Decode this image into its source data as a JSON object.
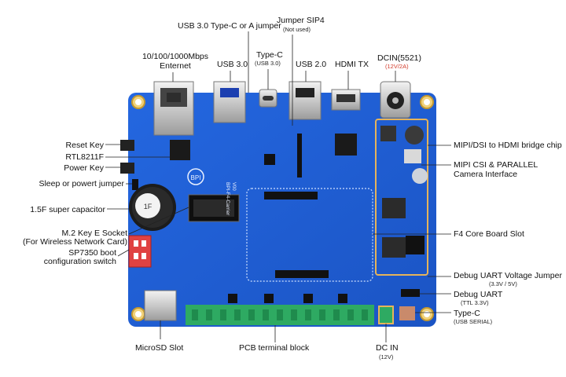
{
  "labels": {
    "usb3_typec_jumper": "USB 3.0 Type-C or A jumper",
    "jumper_sip4": "Jumper SIP4",
    "jumper_sip4_note": "(Not used)",
    "ethernet_1": "10/100/1000Mbps",
    "ethernet_2": "Enternet",
    "usb30": "USB 3.0",
    "typec_top": "Type-C",
    "typec_top_note": "(USB 3.0)",
    "usb20": "USB 2.0",
    "hdmi_tx": "HDMI TX",
    "dcin": "DCIN(5521)",
    "dcin_note": "(12V/2A)",
    "reset_key": "Reset Key",
    "rtl8211f": "RTL8211F",
    "power_key": "Power Key",
    "sleep_jumper": "Sleep or powert jumper",
    "super_cap": "1.5F super capacitor",
    "m2_socket_1": "M.2 Key E Socket",
    "m2_socket_2": "(For Wireless Network Card)",
    "sp7350_1": "SP7350 boot",
    "sp7350_2": "configuration switch",
    "mipi_dsi": "MIPI/DSI to HDMI bridge chip",
    "mipi_csi_1": "MIPI CSI & PARALLEL",
    "mipi_csi_2": "Camera Interface",
    "f4_slot": "F4 Core Board Slot",
    "debug_uart_jumper": "Debug UART Voltage Jumper",
    "debug_uart_jumper_note": "(3.3V / 5V)",
    "debug_uart": "Debug UART",
    "debug_uart_note": "(TTL 3.3V)",
    "typec_bottom": "Type-C",
    "typec_bottom_note": "(USB SERIAL)",
    "microsd": "MicroSD Slot",
    "pcb_terminal": "PCB terminal block",
    "dc_in": "DC IN",
    "dc_in_note": "(12V)"
  },
  "board": {
    "silk_model": "BPI-F4-Carrier",
    "silk_version": "V00",
    "logo": "BPI",
    "cap_text": "1F"
  },
  "colors": {
    "pcb": "#1f5fd6",
    "pcb_dark": "#1646a8",
    "slot_outline": "#e6b45a",
    "label_red": "#d23a2a"
  }
}
